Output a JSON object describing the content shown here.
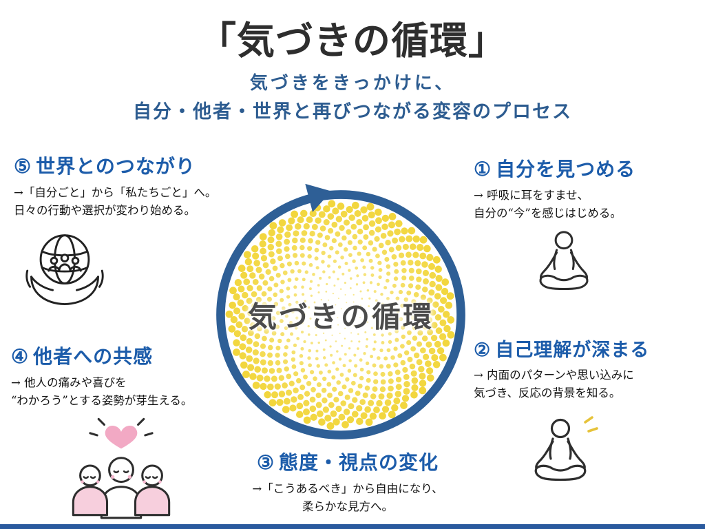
{
  "header": {
    "title": "「気づきの循環」",
    "subtitle_line1": "気づきをきっかけに、",
    "subtitle_line2": "自分・他者・世界と再びつながる変容のプロセス"
  },
  "center": {
    "label": "気づきの循環"
  },
  "steps": [
    {
      "num": "①",
      "title": "自分を見つめる",
      "body1": "→ 呼吸に耳をすませ、",
      "body2": "自分の“今”を感じはじめる。",
      "icon": "meditation-icon"
    },
    {
      "num": "②",
      "title": "自己理解が深まる",
      "body1": "→ 内面のパターンや思い込みに",
      "body2": "気づき、反応の背景を知る。",
      "icon": "meditation-shine-icon"
    },
    {
      "num": "③",
      "title": "態度・視点の変化",
      "body1": "→「こうあるべき」から自由になり、",
      "body2": "柔らかな見方へ。",
      "icon": "none"
    },
    {
      "num": "④",
      "title": "他者への共感",
      "body1": "→ 他人の痛みや喜びを",
      "body2": "“わかろう”とする姿勢が芽生える。",
      "icon": "empathy-people-icon"
    },
    {
      "num": "⑤",
      "title": "世界とのつながり",
      "body1": "→「自分ごと」から「私たちごと」へ。",
      "body2": "日々の行動や選択が変わり始める。",
      "icon": "hands-globe-icon"
    }
  ],
  "colors": {
    "title_dark": "#2e2e2e",
    "subtitle_blue": "#2d5c90",
    "heading_blue": "#1c5caa",
    "ring_blue": "#2e5f96",
    "dot_yellow": "#f2d63c",
    "body_dark": "#141414",
    "heart_pink": "#f2a9c4",
    "soft_pink": "#f7cfdd",
    "footer_bar_blue": "#2a5a9e"
  }
}
